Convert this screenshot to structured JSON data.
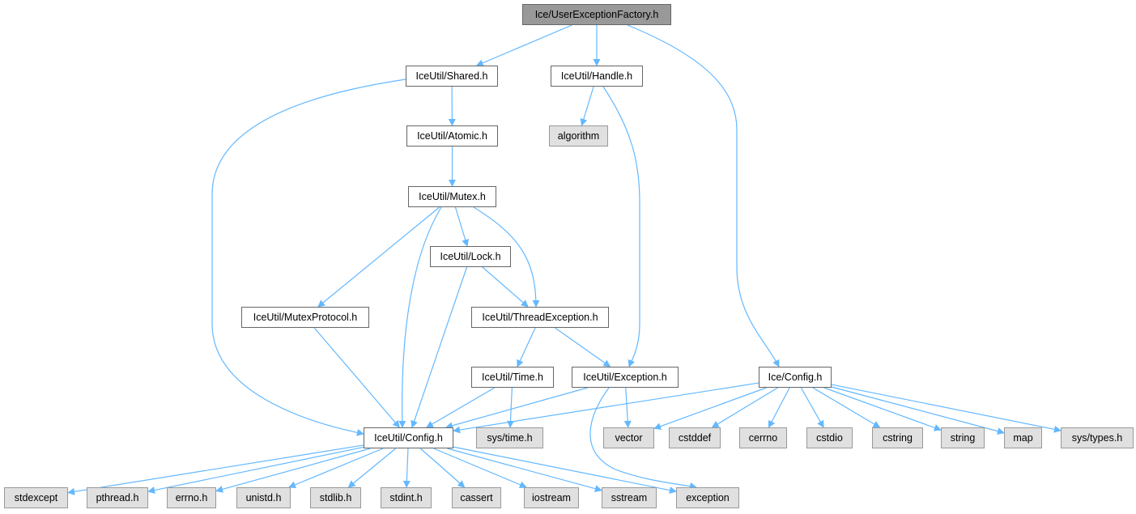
{
  "colors": {
    "edge": "#63b8ff",
    "root_fill": "#999999",
    "external_fill": "#e0e0e0",
    "node_border": "#666666"
  },
  "nodes": [
    {
      "id": "root",
      "label": "Ice/UserExceptionFactory.h",
      "kind": "root"
    },
    {
      "id": "shared",
      "label": "IceUtil/Shared.h",
      "kind": "internal"
    },
    {
      "id": "handle",
      "label": "IceUtil/Handle.h",
      "kind": "internal"
    },
    {
      "id": "atomic",
      "label": "IceUtil/Atomic.h",
      "kind": "internal"
    },
    {
      "id": "algorithm",
      "label": "algorithm",
      "kind": "external"
    },
    {
      "id": "mutex",
      "label": "IceUtil/Mutex.h",
      "kind": "internal"
    },
    {
      "id": "lock",
      "label": "IceUtil/Lock.h",
      "kind": "internal"
    },
    {
      "id": "mutexprotocol",
      "label": "IceUtil/MutexProtocol.h",
      "kind": "internal"
    },
    {
      "id": "threadexception",
      "label": "IceUtil/ThreadException.h",
      "kind": "internal"
    },
    {
      "id": "time",
      "label": "IceUtil/Time.h",
      "kind": "internal"
    },
    {
      "id": "exceptionh",
      "label": "IceUtil/Exception.h",
      "kind": "internal"
    },
    {
      "id": "iceconfig",
      "label": "Ice/Config.h",
      "kind": "internal"
    },
    {
      "id": "iceutilconfig",
      "label": "IceUtil/Config.h",
      "kind": "internal"
    },
    {
      "id": "systime",
      "label": "sys/time.h",
      "kind": "external"
    },
    {
      "id": "vector",
      "label": "vector",
      "kind": "external"
    },
    {
      "id": "cstddef",
      "label": "cstddef",
      "kind": "external"
    },
    {
      "id": "cerrno",
      "label": "cerrno",
      "kind": "external"
    },
    {
      "id": "cstdio",
      "label": "cstdio",
      "kind": "external"
    },
    {
      "id": "cstring",
      "label": "cstring",
      "kind": "external"
    },
    {
      "id": "string",
      "label": "string",
      "kind": "external"
    },
    {
      "id": "map",
      "label": "map",
      "kind": "external"
    },
    {
      "id": "systypes",
      "label": "sys/types.h",
      "kind": "external"
    },
    {
      "id": "stdexcept",
      "label": "stdexcept",
      "kind": "external"
    },
    {
      "id": "pthread",
      "label": "pthread.h",
      "kind": "external"
    },
    {
      "id": "errno",
      "label": "errno.h",
      "kind": "external"
    },
    {
      "id": "unistd",
      "label": "unistd.h",
      "kind": "external"
    },
    {
      "id": "stdlib",
      "label": "stdlib.h",
      "kind": "external"
    },
    {
      "id": "stdint",
      "label": "stdint.h",
      "kind": "external"
    },
    {
      "id": "cassert",
      "label": "cassert",
      "kind": "external"
    },
    {
      "id": "iostream",
      "label": "iostream",
      "kind": "external"
    },
    {
      "id": "sstream",
      "label": "sstream",
      "kind": "external"
    },
    {
      "id": "exception",
      "label": "exception",
      "kind": "external"
    }
  ],
  "edges": [
    [
      "root",
      "shared"
    ],
    [
      "root",
      "handle"
    ],
    [
      "root",
      "iceconfig"
    ],
    [
      "shared",
      "atomic"
    ],
    [
      "shared",
      "iceutilconfig"
    ],
    [
      "handle",
      "algorithm"
    ],
    [
      "handle",
      "exceptionh"
    ],
    [
      "atomic",
      "mutex"
    ],
    [
      "mutex",
      "mutexprotocol"
    ],
    [
      "mutex",
      "iceutilconfig"
    ],
    [
      "mutex",
      "lock"
    ],
    [
      "mutex",
      "threadexception"
    ],
    [
      "lock",
      "threadexception"
    ],
    [
      "lock",
      "iceutilconfig"
    ],
    [
      "mutexprotocol",
      "iceutilconfig"
    ],
    [
      "threadexception",
      "time"
    ],
    [
      "threadexception",
      "exceptionh"
    ],
    [
      "time",
      "iceutilconfig"
    ],
    [
      "time",
      "systime"
    ],
    [
      "exceptionh",
      "iceutilconfig"
    ],
    [
      "exceptionh",
      "vector"
    ],
    [
      "exceptionh",
      "exception"
    ],
    [
      "iceconfig",
      "iceutilconfig"
    ],
    [
      "iceconfig",
      "vector"
    ],
    [
      "iceconfig",
      "cstddef"
    ],
    [
      "iceconfig",
      "cerrno"
    ],
    [
      "iceconfig",
      "cstdio"
    ],
    [
      "iceconfig",
      "cstring"
    ],
    [
      "iceconfig",
      "string"
    ],
    [
      "iceconfig",
      "map"
    ],
    [
      "iceconfig",
      "systypes"
    ],
    [
      "iceutilconfig",
      "stdexcept"
    ],
    [
      "iceutilconfig",
      "pthread"
    ],
    [
      "iceutilconfig",
      "errno"
    ],
    [
      "iceutilconfig",
      "unistd"
    ],
    [
      "iceutilconfig",
      "stdlib"
    ],
    [
      "iceutilconfig",
      "stdint"
    ],
    [
      "iceutilconfig",
      "cassert"
    ],
    [
      "iceutilconfig",
      "iostream"
    ],
    [
      "iceutilconfig",
      "sstream"
    ],
    [
      "iceutilconfig",
      "exception"
    ]
  ]
}
